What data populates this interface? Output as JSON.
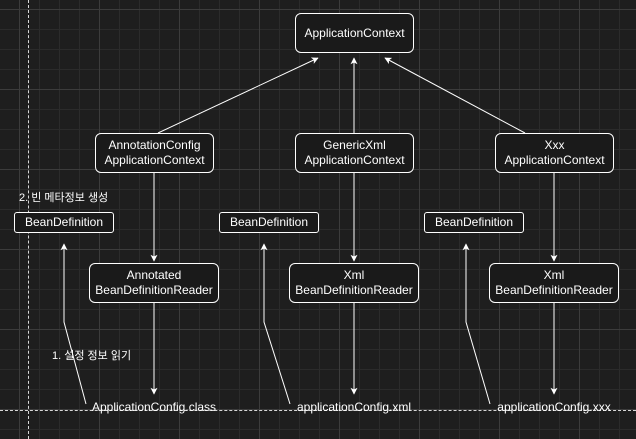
{
  "nodes": {
    "application_context": "ApplicationContext",
    "annotation_context": [
      "AnnotationConfig",
      "ApplicationContext"
    ],
    "generic_xml_context": [
      "GenericXml",
      "ApplicationContext"
    ],
    "xxx_context": [
      "Xxx",
      "ApplicationContext"
    ],
    "annotated_reader": [
      "Annotated",
      "BeanDefinitionReader"
    ],
    "xml_reader": [
      "Xml",
      "BeanDefinitionReader"
    ],
    "xml_reader_2": [
      "Xml",
      "BeanDefinitionReader"
    ],
    "bean_definition_1": "BeanDefinition",
    "bean_definition_2": "BeanDefinition",
    "bean_definition_3": "BeanDefinition"
  },
  "sources": {
    "annotation_config": "ApplicationConfig.class",
    "xml_config": "applicationConfig.xml",
    "xxx_config": "applicationConfig.xxx"
  },
  "notes": {
    "step_1": "1. 설정 정보 읽기",
    "step_2": "2. 빈 메타정보 생성"
  },
  "colors": {
    "background": "#1e1e1e",
    "stroke": "#ffffff",
    "node_fill": "#1a1a1a"
  }
}
